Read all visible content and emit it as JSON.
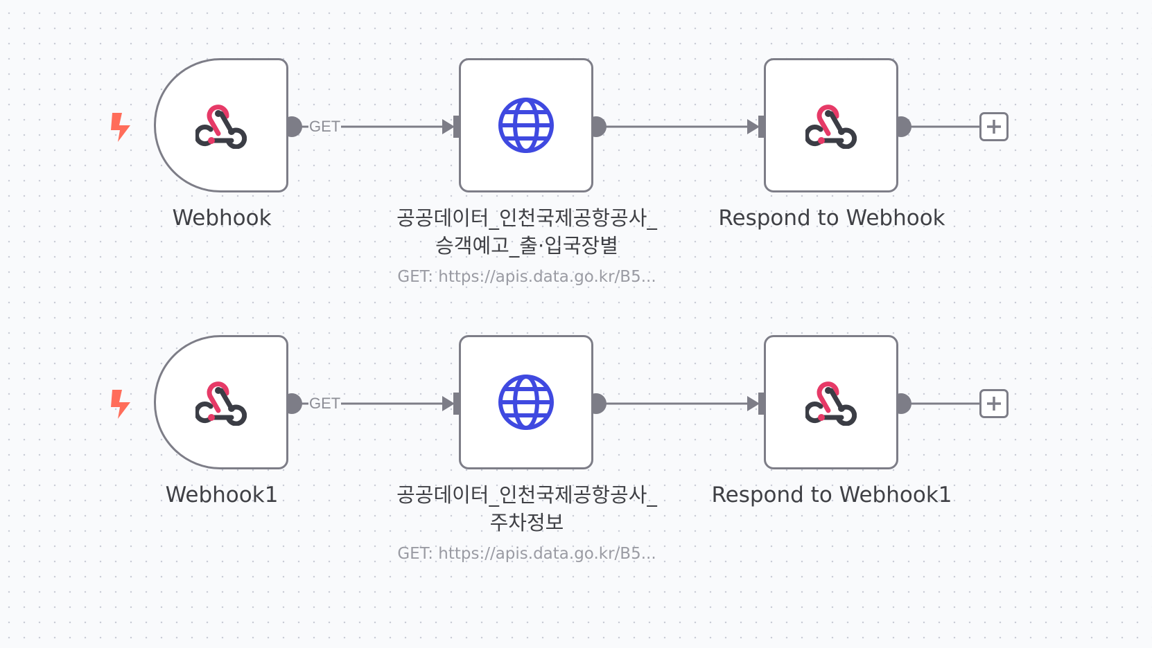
{
  "workflow": {
    "rows": [
      {
        "webhook": {
          "name": "Webhook"
        },
        "edge_label": "GET",
        "http": {
          "name_line1": "공공데이터_인천국제공항공사_",
          "name_line2": "승객예고_출·입국장별",
          "subtitle": "GET: https://apis.data.go.kr/B5..."
        },
        "respond": {
          "name": "Respond to Webhook"
        }
      },
      {
        "webhook": {
          "name": "Webhook1"
        },
        "edge_label": "GET",
        "http": {
          "name_line1": "공공데이터_인천국제공항공사_",
          "name_line2": "주차정보",
          "subtitle": "GET: https://apis.data.go.kr/B5..."
        },
        "respond": {
          "name": "Respond to Webhook1"
        }
      }
    ]
  },
  "icons": {
    "trigger": "lightning-bolt-icon",
    "webhook": "webhook-icon",
    "http_request": "globe-icon",
    "add": "plus-icon"
  },
  "colors": {
    "canvas_bg": "#f9fafc",
    "node_border": "#7d7d87",
    "connection": "#7d7d87",
    "trigger_bolt": "#ff6d5a",
    "webhook_accent": "#e63a67",
    "webhook_dark": "#3b3d45",
    "globe": "#3f49e0"
  }
}
